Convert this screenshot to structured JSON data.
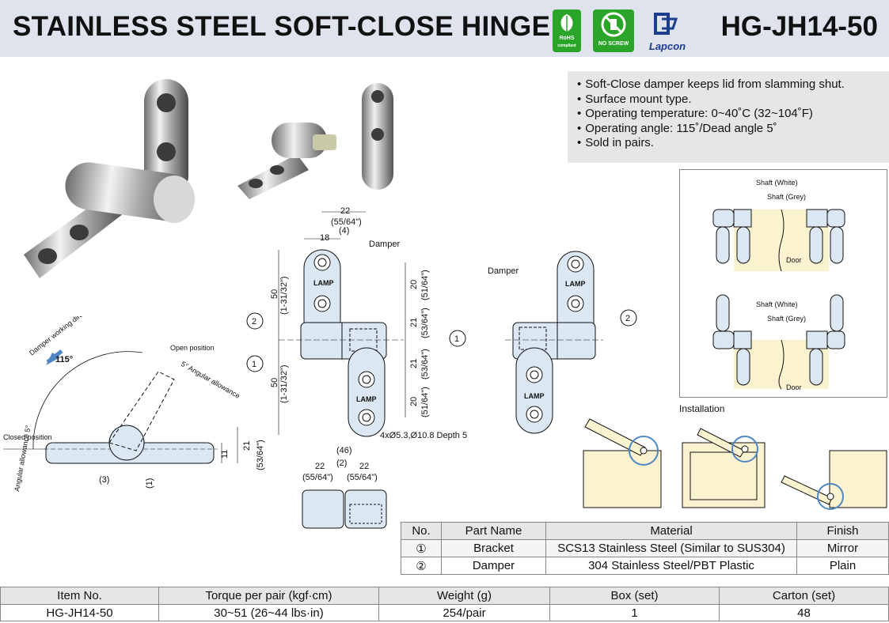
{
  "header": {
    "title": "STAINLESS STEEL SOFT-CLOSE HINGE",
    "model": "HG-JH14-50",
    "badges": {
      "rohs": "RoHS",
      "rohs_sub": "compliant",
      "noscrew": "NO SCREW",
      "brand": "Lapcon"
    }
  },
  "features": [
    "Soft-Close damper keeps lid from slamming shut.",
    "Surface mount type.",
    "Operating temperature: 0~40˚C (32~104˚F)",
    "Operating angle: 115˚/Dead angle 5˚",
    "Sold in pairs."
  ],
  "side_view": {
    "direction": "Damper working direction",
    "angle": "115°",
    "open": "Open position",
    "allow_top": "5° Angular allowance",
    "closed": "Closed position",
    "allow_left": "Angular allowance 5°",
    "d21": "21",
    "d11": "11",
    "d53": "(53/64\")",
    "d3": "(3)",
    "d1": "(1)"
  },
  "front_view": {
    "w22": "22",
    "w22in": "(55/64\")",
    "w18": "18",
    "w4": "(4)",
    "damper": "Damper",
    "h50": "50",
    "h50in": "(1-31/32\")",
    "h20": "20",
    "h20in": "(51/64\")",
    "h21": "21",
    "h21in": "(53/64\")",
    "holes": "4xØ5.3,Ø10.8 Depth 5",
    "c1": "1",
    "c2": "2",
    "lamp": "LAMP"
  },
  "bottom_view": {
    "w46": "(46)",
    "w2": "(2)",
    "w22": "22",
    "w22in": "(55/64\")"
  },
  "back_view": {
    "damper": "Damper",
    "c2": "2",
    "lamp": "LAMP"
  },
  "install": {
    "shaft_white": "Shaft (White)",
    "shaft_grey": "Shaft (Grey)",
    "door": "Door",
    "caption": "Installation"
  },
  "parts_table": {
    "headers": [
      "No.",
      "Part Name",
      "Material",
      "Finish"
    ],
    "rows": [
      [
        "①",
        "Bracket",
        "SCS13 Stainless Steel (Similar to SUS304)",
        "Mirror"
      ],
      [
        "②",
        "Damper",
        "304 Stainless Steel/PBT Plastic",
        "Plain"
      ]
    ]
  },
  "spec_table": {
    "headers": [
      "Item No.",
      "Torque per pair (kgf·cm)",
      "Weight (g)",
      "Box (set)",
      "Carton (set)"
    ],
    "rows": [
      [
        "HG-JH14-50",
        "30~51 (26~44 lbs·in)",
        "254/pair",
        "1",
        "48"
      ]
    ]
  },
  "colors": {
    "header_bg": "#dfe3ee",
    "badge_green": "#2aa52a",
    "steel_blue": "#dbe8f3",
    "door_yellow": "#fbf3cf"
  }
}
